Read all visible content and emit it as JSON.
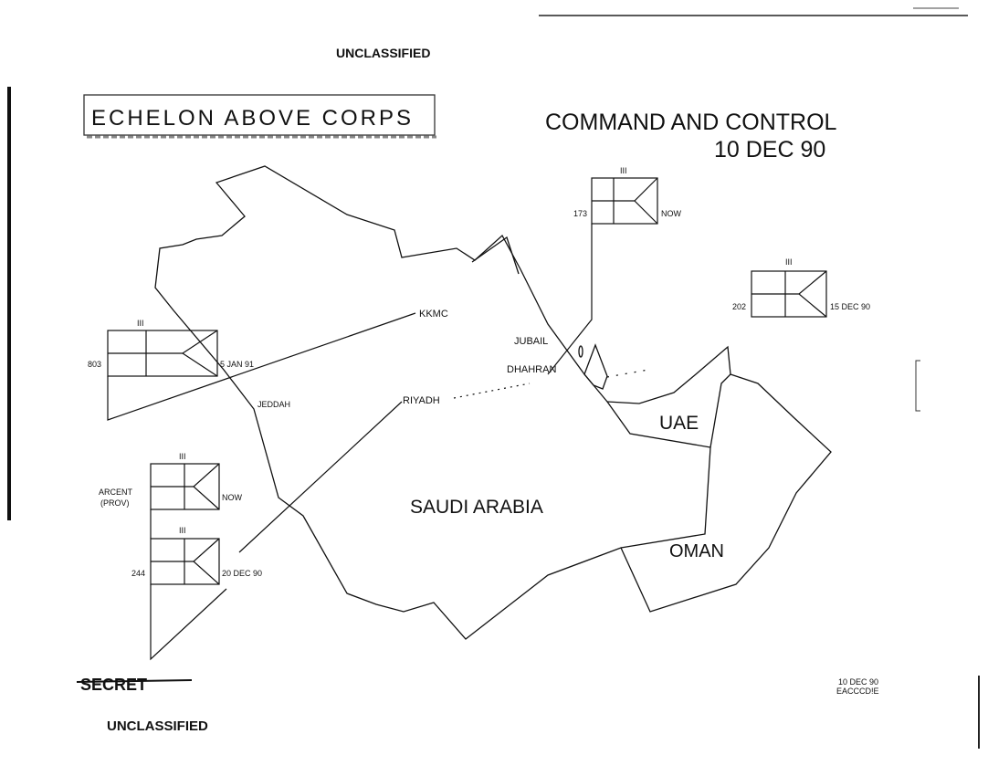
{
  "header": {
    "classification_top": "UNCLASSIFIED",
    "title_box": "ECHELON ABOVE CORPS",
    "title": "COMMAND AND CONTROL",
    "date": "10 DEC 90"
  },
  "map": {
    "countries": [
      "SAUDI ARABIA",
      "UAE",
      "OMAN"
    ],
    "cities": [
      "KKMC",
      "JUBAIL",
      "DHAHRAN",
      "RIYADH",
      "JEDDAH"
    ],
    "units": [
      {
        "echelon": "III",
        "id": "803",
        "date": "5 JAN 91"
      },
      {
        "echelon": "III",
        "id": "173",
        "date": "NOW"
      },
      {
        "echelon": "III",
        "id": "202",
        "date": "15 DEC 90"
      },
      {
        "echelon": "III",
        "id_line1": "ARCENT",
        "id_line2": "(PROV)",
        "date": "NOW"
      },
      {
        "echelon": "III",
        "id": "244",
        "date": "20 DEC 90"
      }
    ]
  },
  "footer": {
    "secret_struck": "SECRET",
    "classification_bottom": "UNCLASSIFIED",
    "stamp_date": "10 DEC 90",
    "stamp_code": "EACCCD!E"
  }
}
